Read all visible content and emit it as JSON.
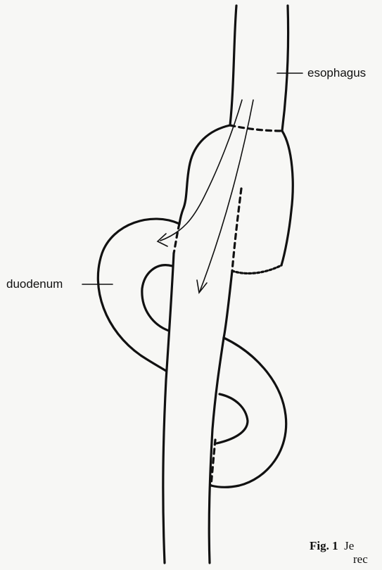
{
  "labels": {
    "esophagus": "esophagus",
    "duodenum": "duodenum"
  },
  "caption": {
    "fig": "Fig. 1",
    "line1": "Je",
    "line2": "rec"
  }
}
